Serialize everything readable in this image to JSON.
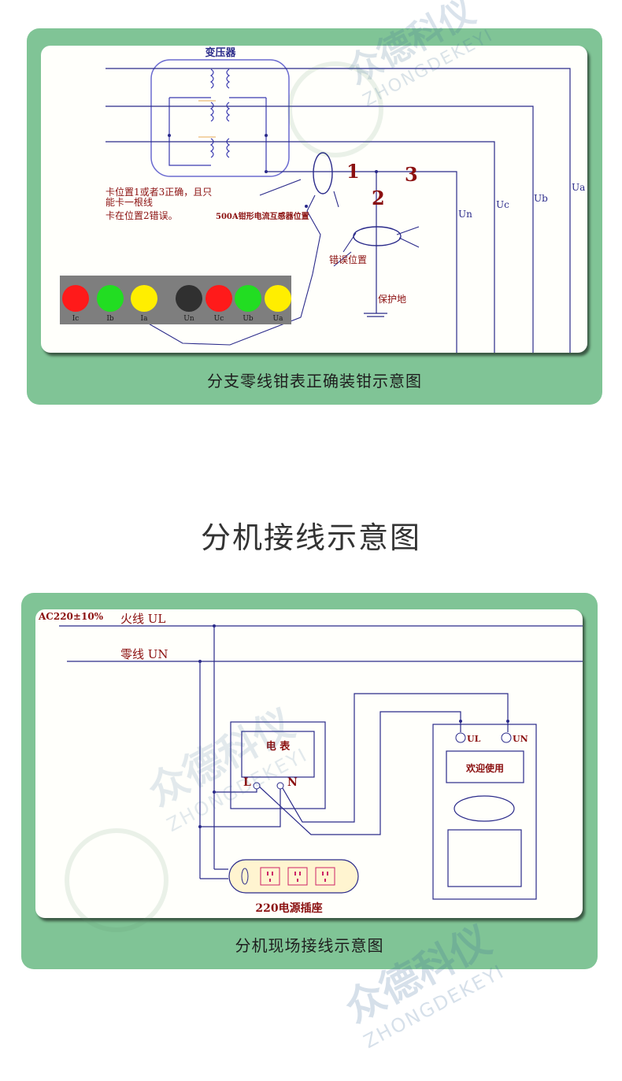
{
  "diagram1": {
    "transformer_label": "变压器",
    "note_line1": "卡位置1或者3正确，且只",
    "note_line2": "能卡一根线",
    "note_line3": "卡在位置2错误。",
    "clamp_label": "500A钳形电流互感器位置",
    "positions": [
      "1",
      "2",
      "3"
    ],
    "phase_labels": {
      "un": "Un",
      "uc": "Uc",
      "ub": "Ub",
      "ua": "Ua"
    },
    "error_label": "错误位置",
    "ground_label": "保护地",
    "indicators": [
      {
        "label": "Ic",
        "color": "#ff1a1a"
      },
      {
        "label": "Ib",
        "color": "#22dd22"
      },
      {
        "label": "Ia",
        "color": "#ffee00"
      },
      {
        "label": "Un",
        "color": "#303030"
      },
      {
        "label": "Uc",
        "color": "#ff1a1a"
      },
      {
        "label": "Ub",
        "color": "#22dd22"
      },
      {
        "label": "Ua",
        "color": "#ffee00"
      }
    ],
    "caption": "分支零线钳表正确装钳示意图"
  },
  "section_title": "分机接线示意图",
  "diagram2": {
    "supply_label": "AC220±10%",
    "live_label": "火线 UL",
    "neutral_label": "零线 UN",
    "meter_label": "电 表",
    "terminal_l": "L",
    "terminal_n": "N",
    "device_ul": "UL",
    "device_un": "UN",
    "device_screen": "欢迎使用",
    "socket_label": "220电源插座",
    "caption": "分机现场接线示意图"
  },
  "watermark": {
    "cn": "众德科仪",
    "en": "ZHONGDEKEYI"
  },
  "colors": {
    "card": "#80c496",
    "wire": "#2a2a8a",
    "label": "#8b1010"
  }
}
